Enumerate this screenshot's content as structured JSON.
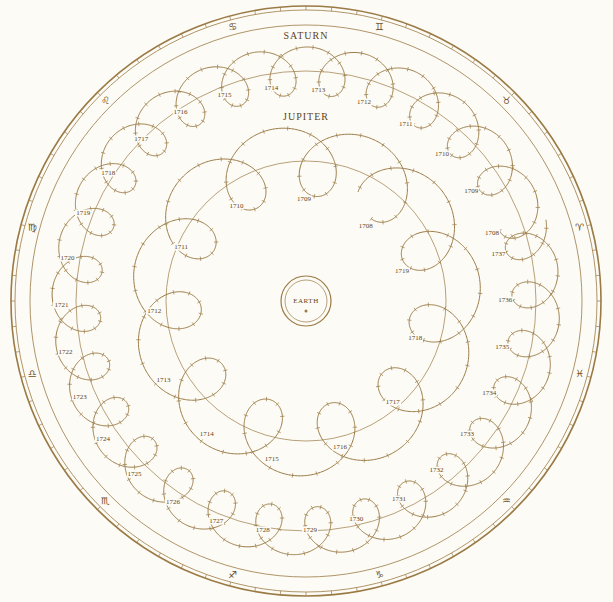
{
  "diagram": {
    "nodes": [
      {
        "text": [
          "EARTH"
        ]
      }
    ],
    "labels": [
      "SATURN",
      "JUPITER",
      "1708",
      "1709",
      "1710",
      "1711",
      "1712",
      "1713",
      "1714",
      "1715",
      "1716",
      "1717",
      "1718",
      "1719",
      "1708",
      "1709",
      "1710",
      "1711",
      "1712",
      "1713",
      "1714",
      "1715",
      "1716",
      "1717",
      "1718",
      "1719",
      "1720",
      "1721",
      "1722",
      "1723",
      "1724",
      "1725",
      "1726",
      "1727",
      "1728",
      "1729",
      "1730",
      "1731",
      "1732",
      "1733",
      "1734",
      "1735",
      "1736",
      "1737",
      "♈",
      "♉",
      "♊",
      "♋",
      "♌",
      "♍",
      "♎",
      "♏",
      "♐",
      "♑",
      "♒",
      "♓"
    ]
  }
}
